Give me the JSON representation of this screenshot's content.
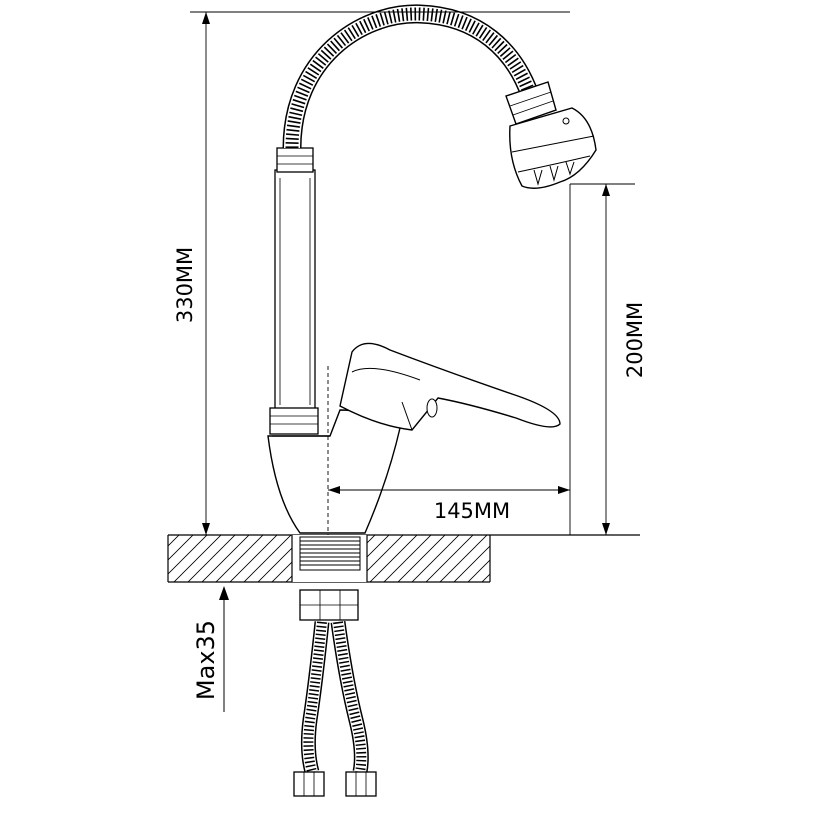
{
  "dimensions": {
    "total_height": "330MM",
    "spout_height": "200MM",
    "spout_reach": "145MM",
    "max_countertop": "Max35"
  },
  "colors": {
    "line": "#000000",
    "background": "#ffffff"
  }
}
